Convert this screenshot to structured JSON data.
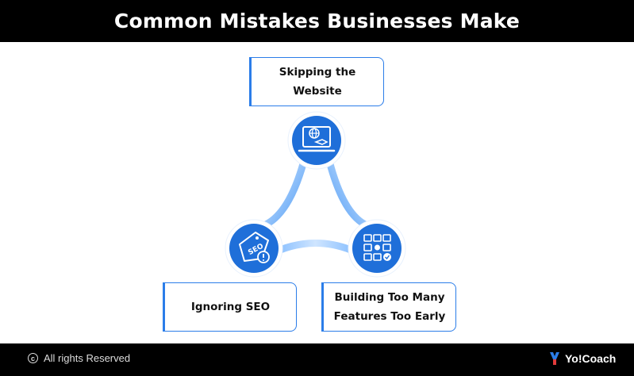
{
  "header": {
    "title": "Common Mistakes Businesses Make"
  },
  "diagram": {
    "nodes": [
      {
        "label_lines": [
          "Skipping the",
          "Website"
        ],
        "icon": "website-monitor-icon"
      },
      {
        "label_lines": [
          "Ignoring SEO"
        ],
        "icon": "seo-tag-icon"
      },
      {
        "label_lines": [
          "Building Too Many",
          "Features Too Early"
        ],
        "icon": "feature-grid-icon"
      }
    ],
    "colors": {
      "accent": "#2b7de9",
      "arc_light": "#bcdcff",
      "arc_dark": "#4f9bf5"
    }
  },
  "footer": {
    "rights": "All rights Reserved",
    "brand": "Yo!Coach"
  }
}
